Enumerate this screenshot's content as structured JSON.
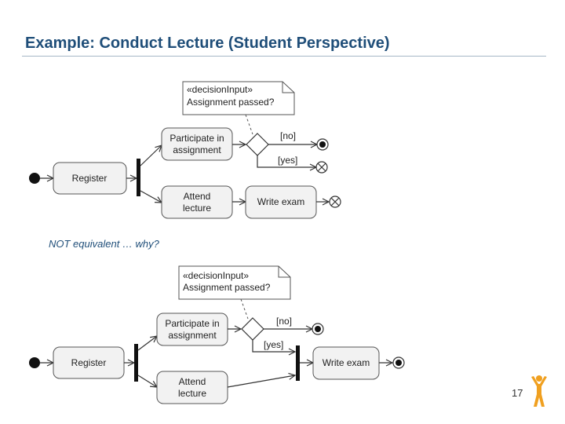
{
  "slide": {
    "title": "Example: Conduct Lecture (Student Perspective)",
    "note": "NOT equivalent … why?",
    "page_number": "17"
  },
  "diagram_top": {
    "decision_note": {
      "stereotype": "«decisionInput»",
      "text": "Assignment passed?"
    },
    "actions": {
      "register": "Register",
      "participate_line1": "Participate in",
      "participate_line2": "assignment",
      "attend_line1": "Attend",
      "attend_line2": "lecture",
      "write_exam": "Write exam"
    },
    "guards": {
      "no": "[no]",
      "yes": "[yes]"
    }
  },
  "diagram_bottom": {
    "decision_note": {
      "stereotype": "«decisionInput»",
      "text": "Assignment passed?"
    },
    "actions": {
      "register": "Register",
      "participate_line1": "Participate in",
      "participate_line2": "assignment",
      "attend_line1": "Attend",
      "attend_line2": "lecture",
      "write_exam": "Write exam"
    },
    "guards": {
      "no": "[no]",
      "yes": "[yes]"
    }
  },
  "colors": {
    "title": "#1f4e79",
    "action_fill": "#f2f2f2",
    "action_stroke": "#555555",
    "mascot": "#f0a020"
  },
  "icons": {
    "mascot": "person-arms-raised-icon"
  }
}
